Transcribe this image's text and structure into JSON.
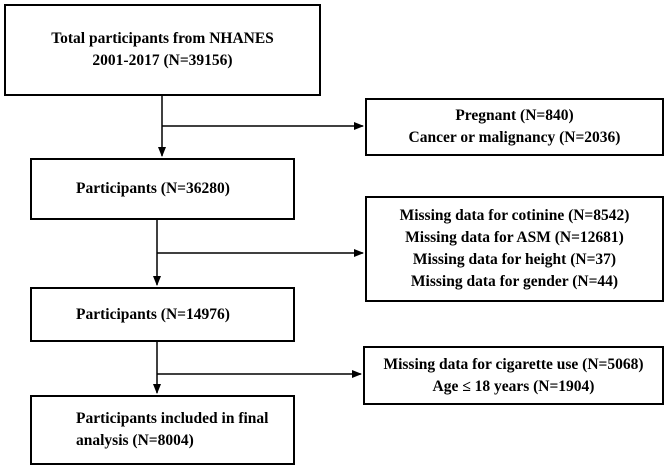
{
  "flowchart": {
    "main_steps": [
      {
        "lines": [
          "Total participants from NHANES",
          "2001-2017 (N=39156)"
        ]
      },
      {
        "lines": [
          "Participants (N=36280)"
        ]
      },
      {
        "lines": [
          "Participants (N=14976)"
        ]
      },
      {
        "lines": [
          "Participants included in final",
          "analysis (N=8004)"
        ]
      }
    ],
    "exclusions": [
      {
        "lines": [
          "Pregnant (N=840)",
          "Cancer or malignancy (N=2036)"
        ]
      },
      {
        "lines": [
          "Missing data for cotinine (N=8542)",
          "Missing data for ASM (N=12681)",
          "Missing data for height (N=37)",
          "Missing data for gender (N=44)"
        ]
      },
      {
        "lines": [
          "Missing data for cigarette use (N=5068)",
          "Age ≤ 18 years (N=1904)"
        ]
      }
    ]
  }
}
